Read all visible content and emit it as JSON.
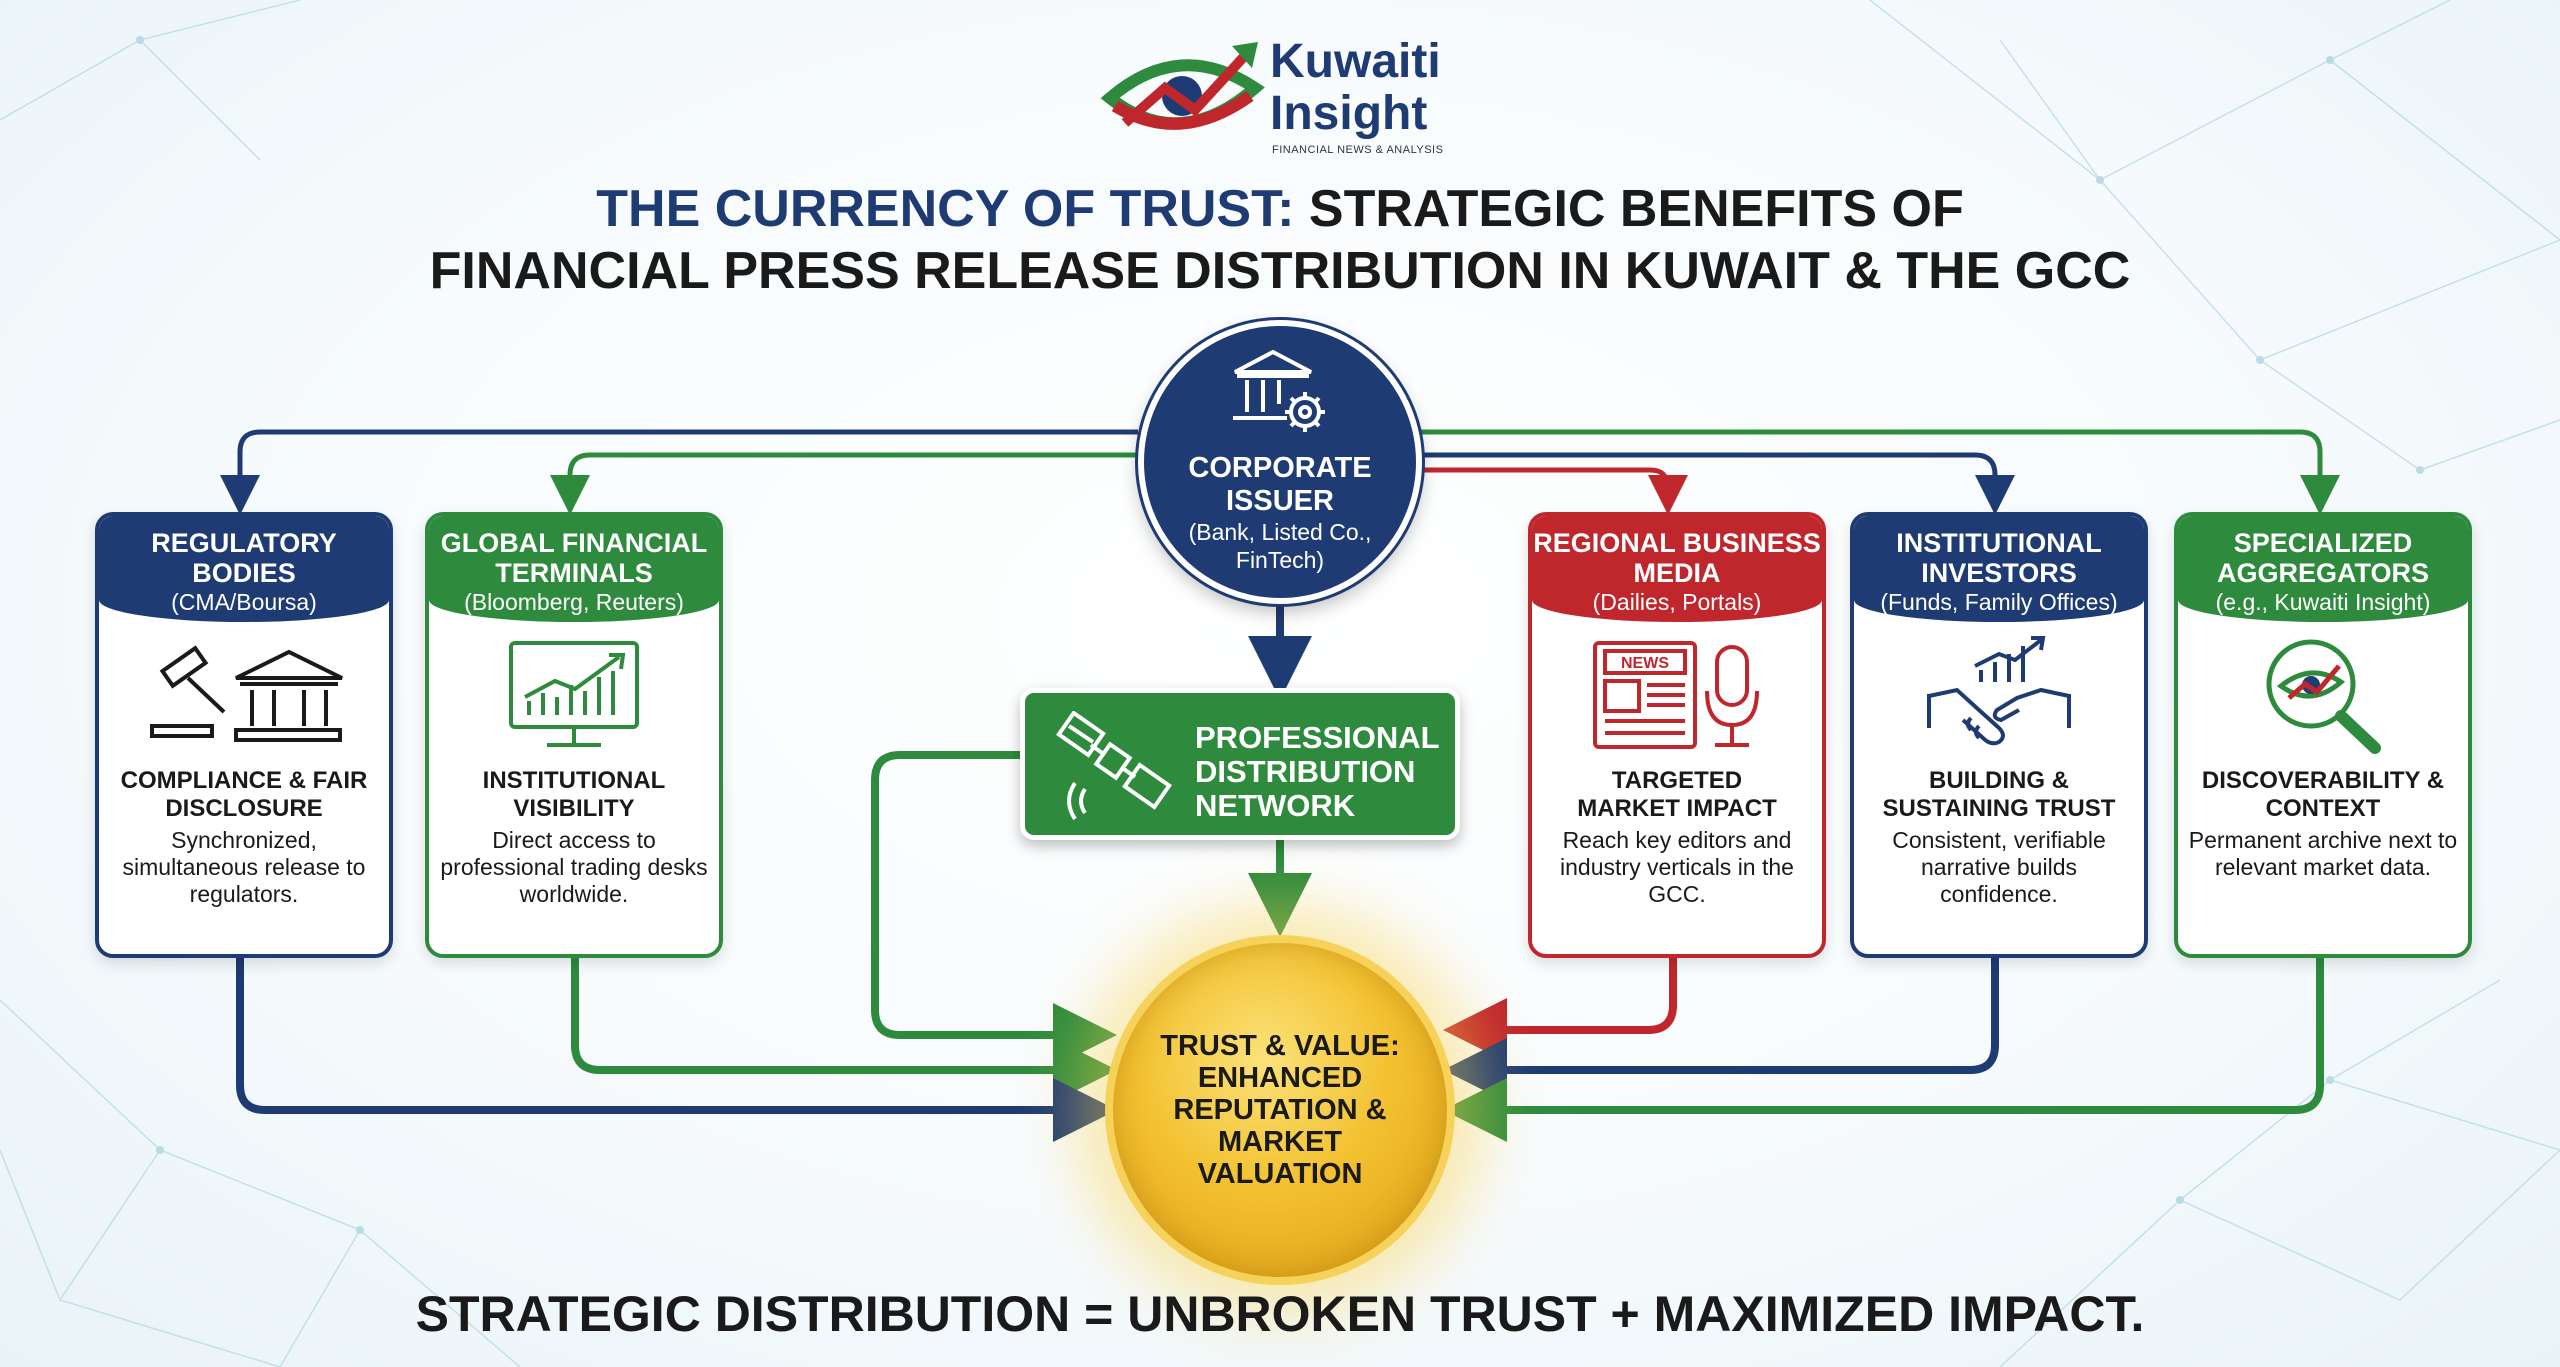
{
  "brand": {
    "name_line1": "Kuwaiti",
    "name_line2": "Insight",
    "tagline": "FINANCIAL NEWS & ANALYSIS"
  },
  "title": {
    "line1_part1": "THE CURRENCY OF TRUST:",
    "line1_part2": "STRATEGIC BENEFITS OF",
    "line2": "FINANCIAL PRESS RELEASE DISTRIBUTION IN KUWAIT & THE GCC"
  },
  "issuer": {
    "title_line1": "CORPORATE",
    "title_line2": "ISSUER",
    "subtitle": "(Bank, Listed Co., FinTech)",
    "icon": "bank-gear-icon"
  },
  "distribution": {
    "label_line1": "PROFESSIONAL",
    "label_line2": "DISTRIBUTION",
    "label_line3": "NETWORK",
    "icon": "satellite-icon"
  },
  "outcome": {
    "label": "TRUST & VALUE: ENHANCED REPUTATION & MARKET VALUATION"
  },
  "cards": [
    {
      "id": "regulatory",
      "color": "#1f3b73",
      "header": "REGULATORY BODIES",
      "sub": "(CMA/Boursa)",
      "title": "COMPLIANCE & FAIR DISCLOSURE",
      "body": "Synchronized, simultaneous release to regulators.",
      "icon": "gavel-courthouse-icon"
    },
    {
      "id": "terminals",
      "color": "#2e8b3e",
      "header": "GLOBAL FINANCIAL TERMINALS",
      "sub": "(Bloomberg, Reuters)",
      "title": "INSTITUTIONAL VISIBILITY",
      "body": "Direct access to professional trading desks worldwide.",
      "icon": "chart-monitor-icon"
    },
    {
      "id": "media",
      "color": "#c0272d",
      "header": "REGIONAL BUSINESS MEDIA",
      "sub": "(Dailies, Portals)",
      "title": "TARGETED MARKET IMPACT",
      "body": "Reach key editors and industry verticals in the GCC.",
      "icon": "newspaper-microphone-icon"
    },
    {
      "id": "investors",
      "color": "#1f3b73",
      "header": "INSTITUTIONAL INVESTORS",
      "sub": "(Funds, Family Offices)",
      "title": "BUILDING & SUSTAINING TRUST",
      "body": "Consistent, verifiable narrative builds confidence.",
      "icon": "handshake-chart-icon"
    },
    {
      "id": "aggregators",
      "color": "#2e8b3e",
      "header": "SPECIALIZED AGGREGATORS",
      "sub": "(e.g., Kuwaiti Insight)",
      "title": "DISCOVERABILITY & CONTEXT",
      "body": "Permanent archive next to relevant market data.",
      "icon": "magnifier-logo-icon"
    }
  ],
  "footer": "STRATEGIC DISTRIBUTION = UNBROKEN TRUST + MAXIMIZED IMPACT.",
  "colors": {
    "navy": "#1f3b73",
    "green": "#2e8b3e",
    "red": "#c0272d",
    "gold": "#f3c130"
  }
}
